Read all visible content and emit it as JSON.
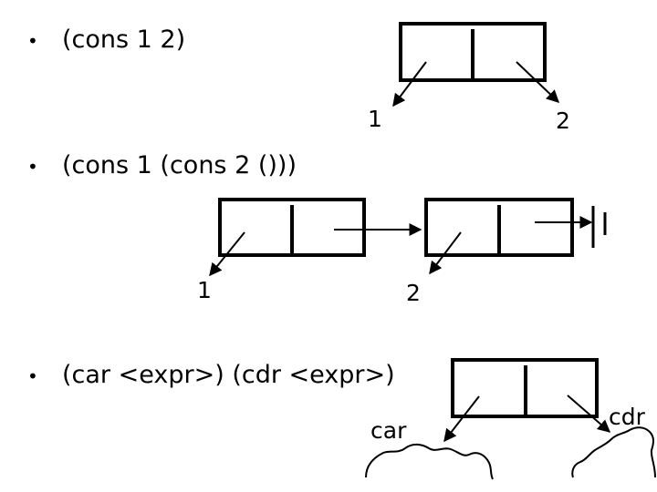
{
  "bullets": [
    {
      "symbol": "•",
      "text": "(cons 1 2)"
    },
    {
      "symbol": "•",
      "text": "(cons 1 (cons 2 ()))"
    },
    {
      "symbol": "•",
      "text": "(car <expr>) (cdr <expr>)"
    }
  ],
  "labels": {
    "one_a": "1",
    "two_a": "2",
    "one_b": "1",
    "two_b": "2",
    "car": "car",
    "cdr": "cdr"
  }
}
